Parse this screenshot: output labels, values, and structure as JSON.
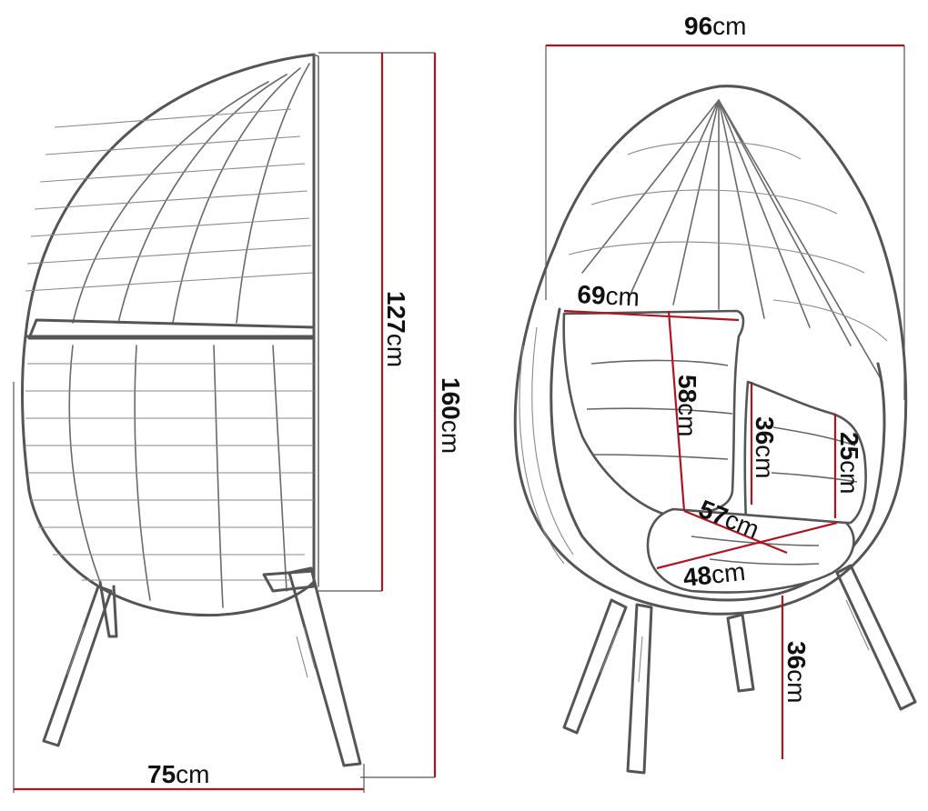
{
  "colors": {
    "dimension_line": "#b0141e",
    "outline": "#555555",
    "text": "#111111"
  },
  "side_view": {
    "depth": {
      "value": "75",
      "unit": "cm"
    },
    "shell_height": {
      "value": "127",
      "unit": "cm"
    },
    "total_height": {
      "value": "160",
      "unit": "cm"
    }
  },
  "front_view": {
    "width": {
      "value": "96",
      "unit": "cm"
    },
    "backrest_width": {
      "value": "69",
      "unit": "cm"
    },
    "backrest_height": {
      "value": "58",
      "unit": "cm"
    },
    "armrest_height": {
      "value": "36",
      "unit": "cm"
    },
    "side_cushion_height": {
      "value": "25",
      "unit": "cm"
    },
    "seat_depth": {
      "value": "57",
      "unit": "cm"
    },
    "seat_width": {
      "value": "48",
      "unit": "cm"
    },
    "seat_height": {
      "value": "36",
      "unit": "cm"
    }
  }
}
